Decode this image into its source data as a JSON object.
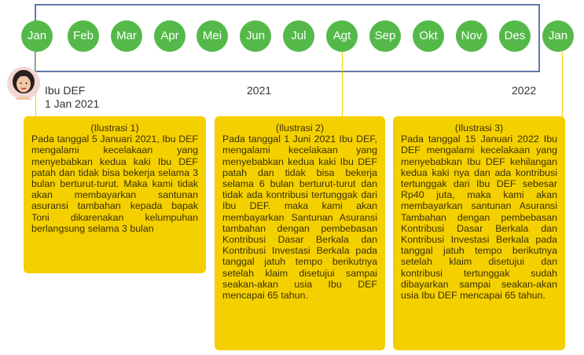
{
  "colors": {
    "month_circle": "#54b948",
    "timeline_box": "#2b4a8c",
    "card": "#f5d000",
    "connector": "#f5d000"
  },
  "months": [
    "Jan",
    "Feb",
    "Mar",
    "Apr",
    "Mei",
    "Jun",
    "Jul",
    "Agt",
    "Sep",
    "Okt",
    "Nov",
    "Des",
    "Jan"
  ],
  "person": {
    "name": "Ibu DEF",
    "date": "1 Jan 2021",
    "icon": "woman-avatar-icon"
  },
  "years": {
    "y2021": "2021",
    "y2022": "2022"
  },
  "cards": [
    {
      "title": "(Ilustrasi 1)",
      "text": "Pada tanggal 5 Januari 2021, Ibu DEF mengalami kecelakaan yang menyebabkan kedua kaki Ibu DEF patah dan tidak bisa bekerja selama 3 bulan berturut-turut. Maka kami tidak akan membayarkan santunan asuransi tambahan kepada bapak Toni dikarenakan kelumpuhan berlangsung selama 3 bulan"
    },
    {
      "title": "(Ilustrasi 2)",
      "text": "Pada tanggal 1 Juni 2021 Ibu DEF, mengalami kecelakaan yang menyebabkan kedua kaki Ibu DEF patah dan tidak bisa bekerja selama 6 bulan berturut-turut dan tidak ada kontribusi tertunggak dari Ibu DEF. maka kami akan membayarkan Santunan Asuransi tambahan dengan pembebasan Kontribusi Dasar Berkala dan Kontribusi Investasi Berkala pada tanggal jatuh tempo berikutnya setelah klaim disetujui sampai seakan-akan usia Ibu DEF mencapai 65 tahun."
    },
    {
      "title": "(Ilustrasi 3)",
      "text": "Pada tanggal 15 Januari 2022 Ibu DEF mengalami kecelakaan yang menyebabkan Ibu DEF kehilangan kedua kaki nya dan ada kontribusi tertunggak dari Ibu DEF sebesar Rp40 juta, maka kami akan membayarkan santunan Asuransi Tambahan dengan pembebasan Kontribusi Dasar Berkala dan Kontribusi Investasi Berkala pada tanggal jatuh tempo berikutnya setelah klaim disetujui dan kontribusi tertunggak sudah dibayarkan sampai seakan-akan usia Ibu DEF mencapai 65 tahun."
    }
  ]
}
